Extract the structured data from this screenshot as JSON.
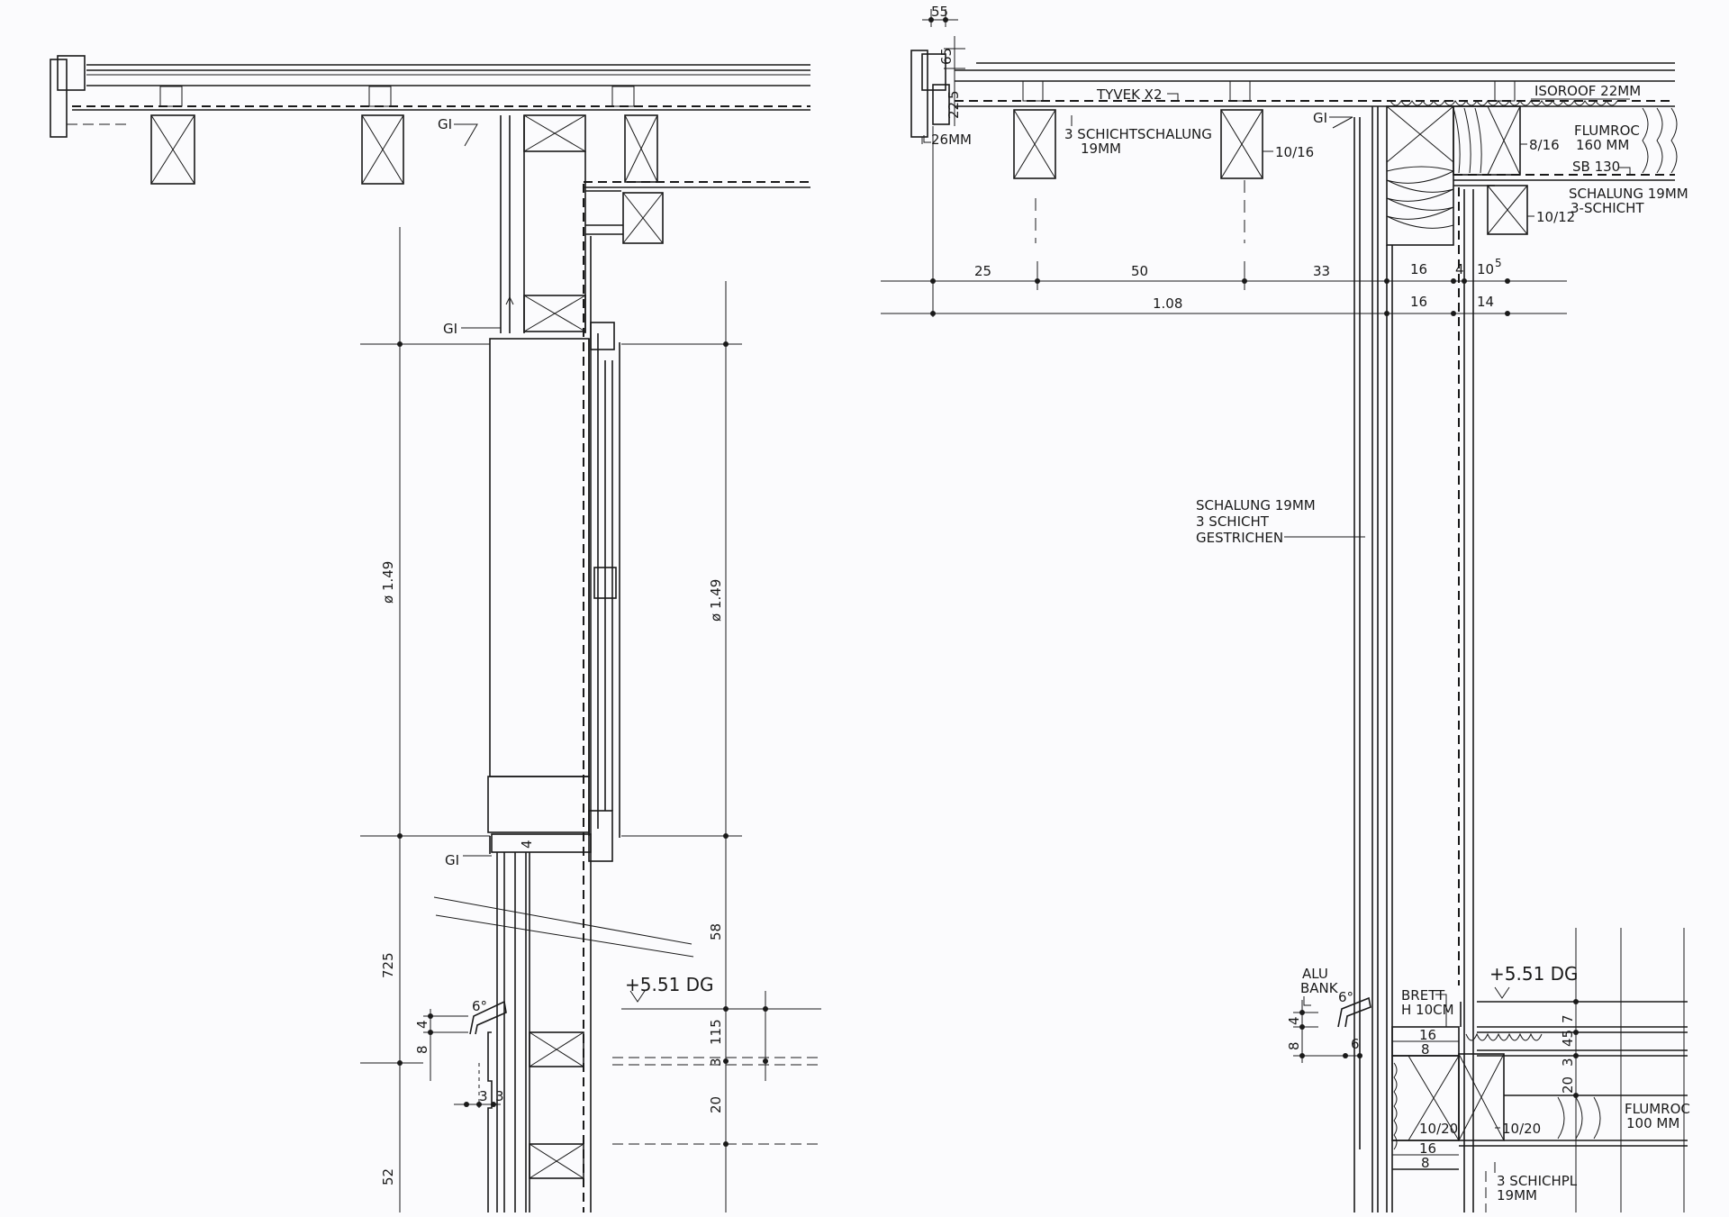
{
  "drawing": {
    "left_detail": {
      "gi_labels": [
        "GI",
        "GI",
        "GI"
      ],
      "dim_window_left": "ø 1.49",
      "dim_window_right": "ø 1.49",
      "dim_4": "4",
      "dim_58": "58",
      "dim_725": "725",
      "dim_4b": "4",
      "dim_8": "8",
      "angle": "6°",
      "dim_3a": "3",
      "dim_3b": "3",
      "level": "+5.51 DG",
      "dim_115": "115",
      "dim_3c": "3",
      "dim_20": "20",
      "dim_52": "52"
    },
    "right_detail": {
      "dim_55": "55",
      "dim_65": "65",
      "dim_5": "5",
      "dim_22": "22",
      "dim_26mm": "26MM",
      "tyvek": "TYVEK X2",
      "isoroof": "ISOROOF 22MM",
      "gi": "GI",
      "schicht_line1": "3 SCHICHTSCHALUNG",
      "schicht_line2": "19MM",
      "beam_1016": "10/16",
      "beam_816": "8/16",
      "flumroc_top_1": "FLUMROC",
      "flumroc_top_2": "160 MM",
      "sb130": "SB 130",
      "schalung_top_1": "SCHALUNG 19MM",
      "schalung_top_2": "3-SCHICHT",
      "beam_1012": "10/12",
      "dim_25": "25",
      "dim_50": "50",
      "dim_33": "33",
      "dim_16a": "16",
      "dim_4": "4",
      "dim_105": "10",
      "dim_105_sup": "5",
      "dim_108": "1.08",
      "dim_16b": "16",
      "dim_14": "14",
      "schalung_mid_1": "SCHALUNG 19MM",
      "schalung_mid_2": "3 SCHICHT",
      "schalung_mid_3": "GESTRICHEN",
      "alu_1": "ALU",
      "alu_2": "BANK",
      "angle": "6°",
      "dim_8": "8",
      "dim_6": "6",
      "brett_1": "BRETT",
      "brett_2": "H 10CM",
      "dim_16c": "16",
      "dim_8b": "8",
      "level": "+5.51 DG",
      "dim_7": "7",
      "dim_45": "45",
      "dim_3": "3",
      "dim_20": "20",
      "beam_1020a": "10/20",
      "beam_1020b": "10/20",
      "dim_16d": "16",
      "dim_8c": "8",
      "flumroc_bot_1": "FLUMROC",
      "flumroc_bot_2": "100 MM",
      "schichpl_1": "3 SCHICHPL",
      "schichpl_2": "19MM"
    }
  }
}
